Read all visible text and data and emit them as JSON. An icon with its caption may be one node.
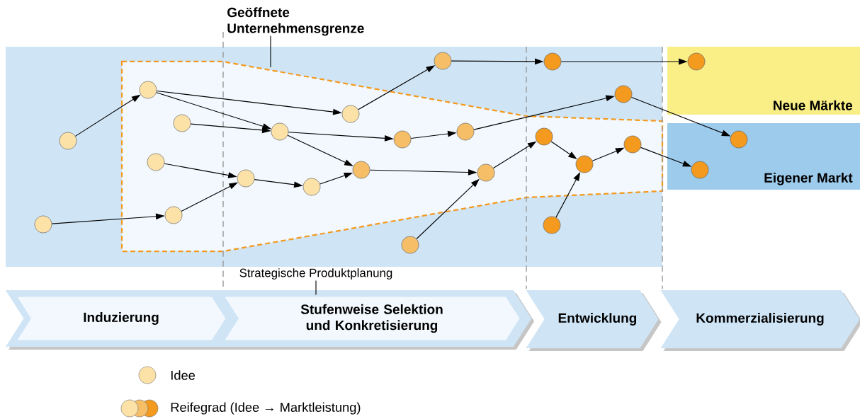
{
  "diagram": {
    "nodes": [
      {
        "text": [
          "Geöffnete Unternehmensgrenze"
        ]
      },
      {
        "text": [],
        "shape": "polygon"
      },
      {
        "text": [
          "Neue Märkte"
        ]
      },
      {
        "text": [
          "Eigener Markt"
        ]
      },
      {
        "text": [],
        "shape": "circle"
      },
      {
        "text": [],
        "shape": "circle",
        "in": 1
      },
      {
        "text": [],
        "shape": "circle",
        "in": 1
      },
      {
        "text": [],
        "shape": "circle",
        "in": 1
      },
      {
        "text": [],
        "shape": "circle"
      },
      {
        "text": [],
        "shape": "circle",
        "in": 1
      },
      {
        "text": [],
        "shape": "circle",
        "in": 1
      },
      {
        "text": [],
        "shape": "circle",
        "in": 1
      },
      {
        "text": [],
        "shape": "circle",
        "in": 1
      },
      {
        "text": [],
        "shape": "circle",
        "in": 1
      },
      {
        "text": [],
        "shape": "circle",
        "in": 1
      },
      {
        "text": [],
        "shape": "circle",
        "in": 1
      },
      {
        "text": [],
        "shape": "circle"
      },
      {
        "text": [],
        "shape": "circle"
      },
      {
        "text": [],
        "shape": "circle",
        "in": 1
      },
      {
        "text": [],
        "shape": "circle",
        "in": 1
      },
      {
        "text": [],
        "shape": "circle"
      },
      {
        "text": [],
        "shape": "circle"
      },
      {
        "text": [],
        "shape": "circle",
        "in": 1
      },
      {
        "text": [],
        "shape": "circle",
        "in": 1
      },
      {
        "text": [],
        "shape": "circle",
        "in": 1
      },
      {
        "text": [],
        "shape": "circle"
      },
      {
        "text": [],
        "shape": "circle",
        "in": 2
      },
      {
        "text": [],
        "shape": "circle",
        "in": 3
      },
      {
        "text": [],
        "shape": "circle",
        "in": 3
      },
      {
        "text": [
          "Strategische Produktplanung"
        ]
      },
      {
        "text": [
          "Induzierung"
        ]
      },
      {
        "text": [
          "Stufenweise Selektion und Konkretisierung"
        ]
      },
      {
        "text": [
          "Entwicklung"
        ]
      },
      {
        "text": [
          "Kommerzialisierung"
        ]
      }
    ],
    "edges": [
      {
        "from": 0,
        "to": 1,
        "arrow": "none"
      },
      {
        "from": 29,
        "to": 31,
        "arrow": "none"
      },
      {
        "from": 4,
        "to": 5,
        "arrow": "to"
      },
      {
        "from": 5,
        "to": 13,
        "arrow": "to"
      },
      {
        "from": 5,
        "to": 10,
        "arrow": "to"
      },
      {
        "from": 6,
        "to": 10,
        "arrow": "to"
      },
      {
        "from": 10,
        "to": 15,
        "arrow": "to"
      },
      {
        "from": 10,
        "to": 14,
        "arrow": "to"
      },
      {
        "from": 7,
        "to": 11,
        "arrow": "to"
      },
      {
        "from": 8,
        "to": 9,
        "arrow": "to"
      },
      {
        "from": 9,
        "to": 11,
        "arrow": "to"
      },
      {
        "from": 11,
        "to": 12,
        "arrow": "to"
      },
      {
        "from": 12,
        "to": 14,
        "arrow": "to"
      },
      {
        "from": 13,
        "to": 17,
        "arrow": "to"
      },
      {
        "from": 17,
        "to": 20,
        "arrow": "to"
      },
      {
        "from": 20,
        "to": 26,
        "arrow": "to"
      },
      {
        "from": 15,
        "to": 18,
        "arrow": "to"
      },
      {
        "from": 18,
        "to": 21,
        "arrow": "to"
      },
      {
        "from": 21,
        "to": 27,
        "arrow": "to"
      },
      {
        "from": 14,
        "to": 19,
        "arrow": "to"
      },
      {
        "from": 16,
        "to": 19,
        "arrow": "to"
      },
      {
        "from": 19,
        "to": 22,
        "arrow": "to"
      },
      {
        "from": 22,
        "to": 23,
        "arrow": "to"
      },
      {
        "from": 25,
        "to": 23,
        "arrow": "to"
      },
      {
        "from": 23,
        "to": 24,
        "arrow": "to"
      },
      {
        "from": 24,
        "to": 28,
        "arrow": "to"
      }
    ],
    "legend": [
      {
        "text": "Idee"
      },
      {
        "text": "Reifegrad (Idee → Marktleistung)"
      }
    ]
  }
}
